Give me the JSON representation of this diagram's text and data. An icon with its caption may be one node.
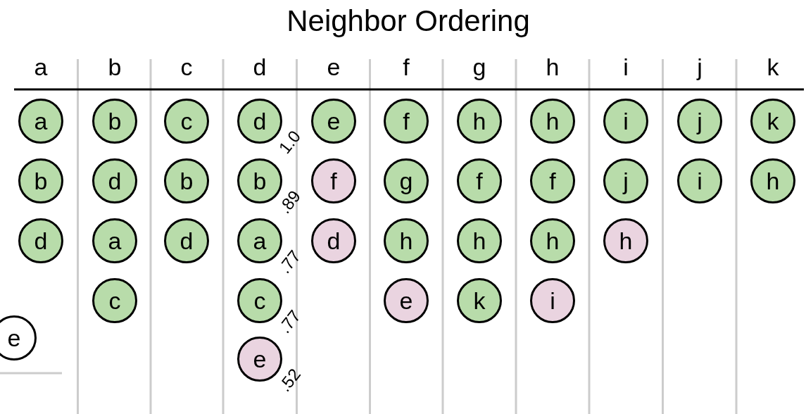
{
  "diagram": {
    "title": "Neighbor Ordering",
    "nodes": [
      {
        "text": [
          "a"
        ]
      },
      {
        "text": [
          "b"
        ]
      },
      {
        "text": [
          "d"
        ]
      },
      {
        "text": [
          "b"
        ]
      },
      {
        "text": [
          "d"
        ]
      },
      {
        "text": [
          "a"
        ]
      },
      {
        "text": [
          "c"
        ]
      },
      {
        "text": [
          "c"
        ]
      },
      {
        "text": [
          "b"
        ]
      },
      {
        "text": [
          "d"
        ]
      },
      {
        "text": [
          "d"
        ],
        "beside": [
          "1.0"
        ]
      },
      {
        "text": [
          "b"
        ],
        "beside": [
          ".89"
        ]
      },
      {
        "text": [
          "a"
        ],
        "beside": [
          ".77"
        ]
      },
      {
        "text": [
          "c"
        ],
        "beside": [
          ".77"
        ]
      },
      {
        "text": [
          "e"
        ],
        "beside": [
          ".52"
        ]
      },
      {
        "text": [
          "e"
        ]
      },
      {
        "text": [
          "f"
        ]
      },
      {
        "text": [
          "d"
        ]
      },
      {
        "text": [
          "f"
        ]
      },
      {
        "text": [
          "g"
        ]
      },
      {
        "text": [
          "h"
        ]
      },
      {
        "text": [
          "e"
        ]
      },
      {
        "text": [
          "h"
        ]
      },
      {
        "text": [
          "f"
        ]
      },
      {
        "text": [
          "h"
        ]
      },
      {
        "text": [
          "k"
        ]
      },
      {
        "text": [
          "h"
        ]
      },
      {
        "text": [
          "f"
        ]
      },
      {
        "text": [
          "h"
        ]
      },
      {
        "text": [
          "i"
        ]
      },
      {
        "text": [
          "i"
        ]
      },
      {
        "text": [
          "j"
        ]
      },
      {
        "text": [
          "h"
        ]
      },
      {
        "text": [
          "j"
        ]
      },
      {
        "text": [
          "i"
        ]
      },
      {
        "text": [
          "k"
        ]
      },
      {
        "text": [
          "h"
        ]
      },
      {
        "text": [
          "e"
        ]
      }
    ],
    "edges": [],
    "labels": [
      "a",
      "b",
      "c",
      "d",
      "e",
      "f",
      "g",
      "h",
      "i",
      "j",
      "k"
    ]
  }
}
